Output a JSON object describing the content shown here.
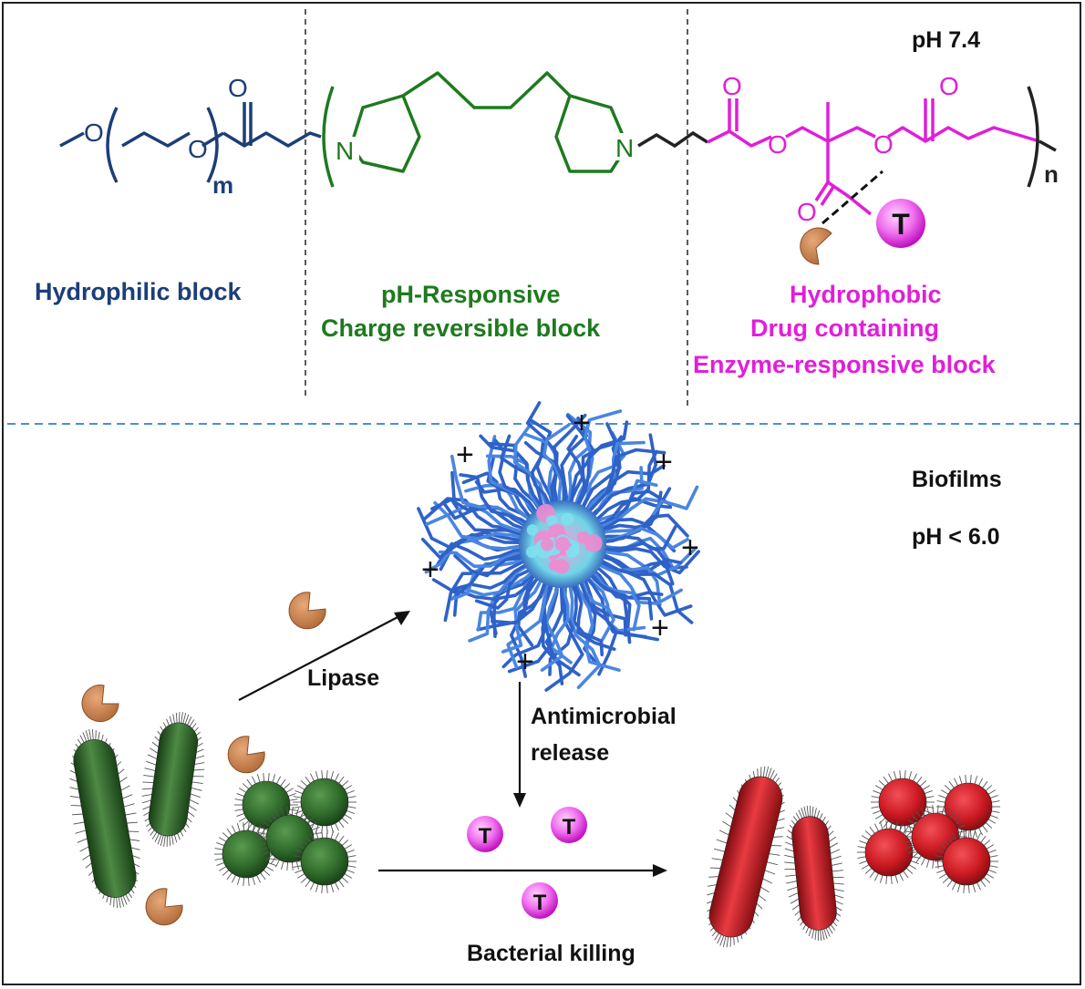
{
  "conditions": {
    "top": "pH 7.4",
    "bottom_line1": "Biofilms",
    "bottom_line2": "pH < 6.0"
  },
  "structure": {
    "oxygen": "O",
    "nitrogen": "N",
    "repeat_m": "m",
    "repeat_n": "n",
    "minus_sign": "−",
    "drug_label": "T"
  },
  "blocks": {
    "hydrophilic": "Hydrophilic block",
    "ph_responsive": [
      "pH-Responsive",
      "Charge reversible block"
    ],
    "hydrophobic": [
      "Hydrophobic",
      "Drug containing",
      "Enzyme-responsive block"
    ]
  },
  "process": {
    "lipase": "Lipase",
    "release": [
      "Antimicrobial",
      "release"
    ],
    "killing": "Bacterial killing",
    "charge": "+"
  },
  "colors": {
    "hydrophilic": "#1c3e78",
    "ph_responsive": "#1e7a1e",
    "hydrophobic": "#e01fd8",
    "enzyme": "#c87a45",
    "live_bacteria": "#2f6a2a",
    "dead_bacteria": "#cc1a22",
    "divider": "#4a90d0"
  }
}
